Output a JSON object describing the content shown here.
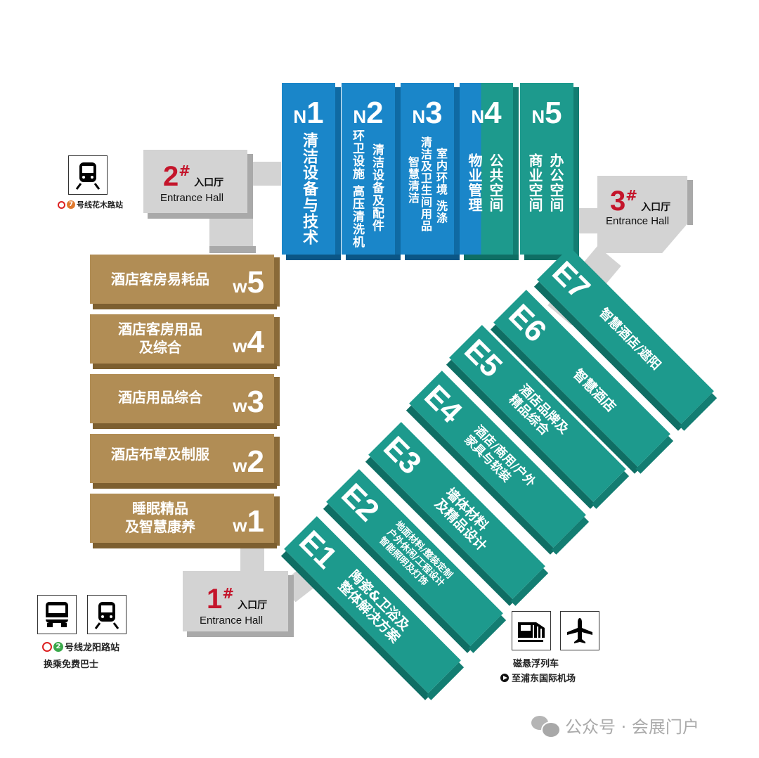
{
  "north_halls": [
    {
      "code_prefix": "N",
      "code_num": "1",
      "color": "#1a86c9",
      "columns": [
        "清洁设备与技术"
      ]
    },
    {
      "code_prefix": "N",
      "code_num": "2",
      "color": "#1a86c9",
      "columns": [
        "环卫设施 高压清洗机",
        "清洁设备及配件"
      ]
    },
    {
      "code_prefix": "N",
      "code_num": "3",
      "color": "#1a86c9",
      "columns": [
        "智慧清洁",
        "清洁及卫生间用品",
        "室内环境 洗涤"
      ]
    },
    {
      "code_prefix": "N",
      "code_num": "4",
      "color_left": "#1a86c9",
      "color_right": "#1d9a8d",
      "columns": [
        "物业管理",
        "公共空间"
      ]
    },
    {
      "code_prefix": "N",
      "code_num": "5",
      "color": "#1d9a8d",
      "columns": [
        "商业空间",
        "办公空间"
      ]
    }
  ],
  "west_halls": [
    {
      "code_prefix": "W",
      "code_num": "5",
      "lines": [
        "酒店客房易耗品"
      ]
    },
    {
      "code_prefix": "W",
      "code_num": "4",
      "lines": [
        "酒店客房用品",
        "及综合"
      ]
    },
    {
      "code_prefix": "W",
      "code_num": "3",
      "lines": [
        "酒店用品综合"
      ]
    },
    {
      "code_prefix": "W",
      "code_num": "2",
      "lines": [
        "酒店布草及制服"
      ]
    },
    {
      "code_prefix": "W",
      "code_num": "1",
      "lines": [
        "睡眠精品",
        "及智慧康养"
      ]
    }
  ],
  "east_halls": [
    {
      "code": "E1",
      "lines": [
        "陶瓷&卫浴及",
        "整体解决方案"
      ]
    },
    {
      "code": "E2",
      "lines": [
        "地面材料/整装定制",
        "户外休闲/工程设计",
        "智能照明及灯饰"
      ]
    },
    {
      "code": "E3",
      "lines": [
        "墙体材料",
        "及精品设计"
      ]
    },
    {
      "code": "E4",
      "lines": [
        "酒店/商用/户外",
        "家具与软装"
      ]
    },
    {
      "code": "E5",
      "lines": [
        "酒店品牌及",
        "精品综合"
      ]
    },
    {
      "code": "E6",
      "lines": [
        "智慧酒店"
      ]
    },
    {
      "code": "E7",
      "lines": [
        "智慧酒店/遮阳"
      ]
    }
  ],
  "entrances": [
    {
      "num": "1",
      "hash": "#",
      "cn": "入口厅",
      "en": "Entrance Hall"
    },
    {
      "num": "2",
      "hash": "#",
      "cn": "入口厅",
      "en": "Entrance Hall"
    },
    {
      "num": "3",
      "hash": "#",
      "cn": "入口厅",
      "en": "Entrance Hall"
    }
  ],
  "transport": {
    "metro7": {
      "icon": "metro-train-icon",
      "line_badge": "7",
      "line_color": "#e07a2f",
      "label": "号线花木路站"
    },
    "metro2": {
      "icons": [
        "bus-icon",
        "metro-train-icon"
      ],
      "line_badge": "2",
      "line_color": "#3aa84a",
      "label": "号线龙阳路站",
      "sub_label": "换乘免费巴士"
    },
    "maglev": {
      "icons": [
        "maglev-train-icon",
        "airplane-icon"
      ],
      "label": "磁悬浮列车",
      "sub_label": "至浦东国际机场"
    }
  },
  "colors": {
    "blue": "#1a86c9",
    "teal": "#1d9a8d",
    "gold": "#b18d55",
    "gray": "#d3d3d3",
    "red": "#c4152b"
  },
  "watermark": {
    "text": "公众号 · 会展门户"
  }
}
